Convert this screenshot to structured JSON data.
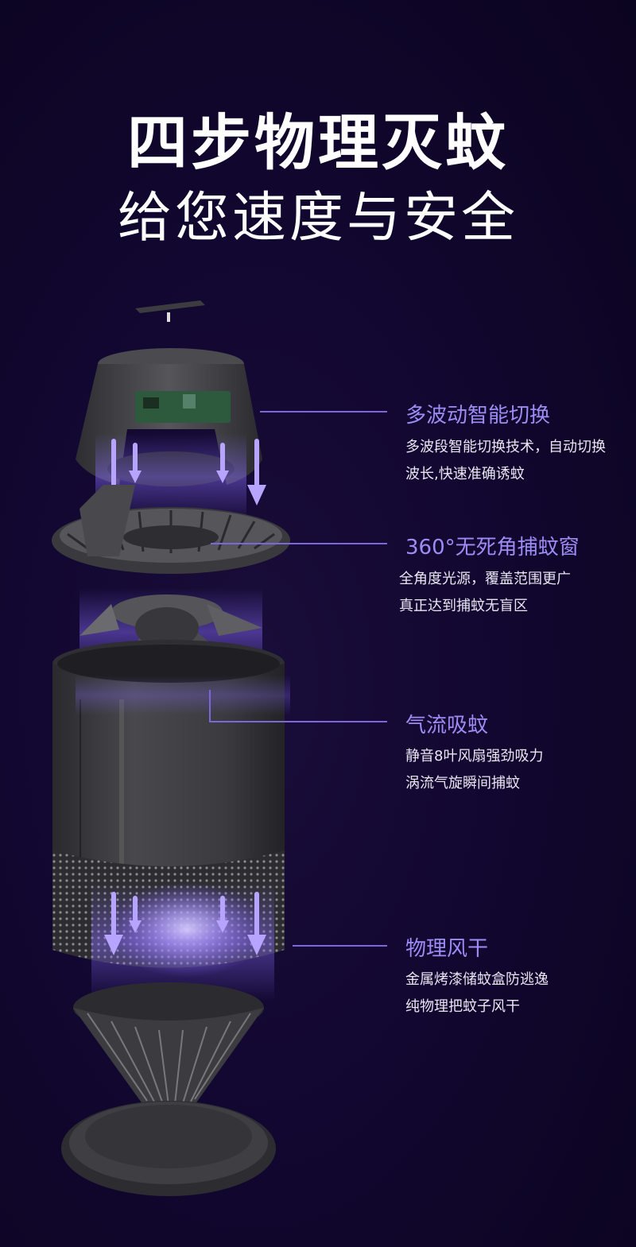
{
  "header": {
    "title": "四步物理灭蚊",
    "subtitle": "给您速度与安全"
  },
  "features": [
    {
      "title": "多波动智能切换",
      "desc_line1": "多波段智能切换技术，自动切换",
      "desc_line2": "波长,快速准确诱蚊"
    },
    {
      "title": "360°无死角捕蚊窗",
      "desc_line1": "全角度光源，覆盖范围更广",
      "desc_line2": "真正达到捕蚊无盲区"
    },
    {
      "title": "气流吸蚊",
      "desc_line1": "静音8叶风扇强劲吸力",
      "desc_line2": "涡流气旋瞬间捕蚊"
    },
    {
      "title": "物理风干",
      "desc_line1": "金属烤漆储蚊盒防逃逸",
      "desc_line2": "纯物理把蚊子风干"
    }
  ],
  "colors": {
    "background": "#120730",
    "accent": "#9d8cf5",
    "line": "#7a68d8",
    "device_body": "#3a3a3e"
  }
}
